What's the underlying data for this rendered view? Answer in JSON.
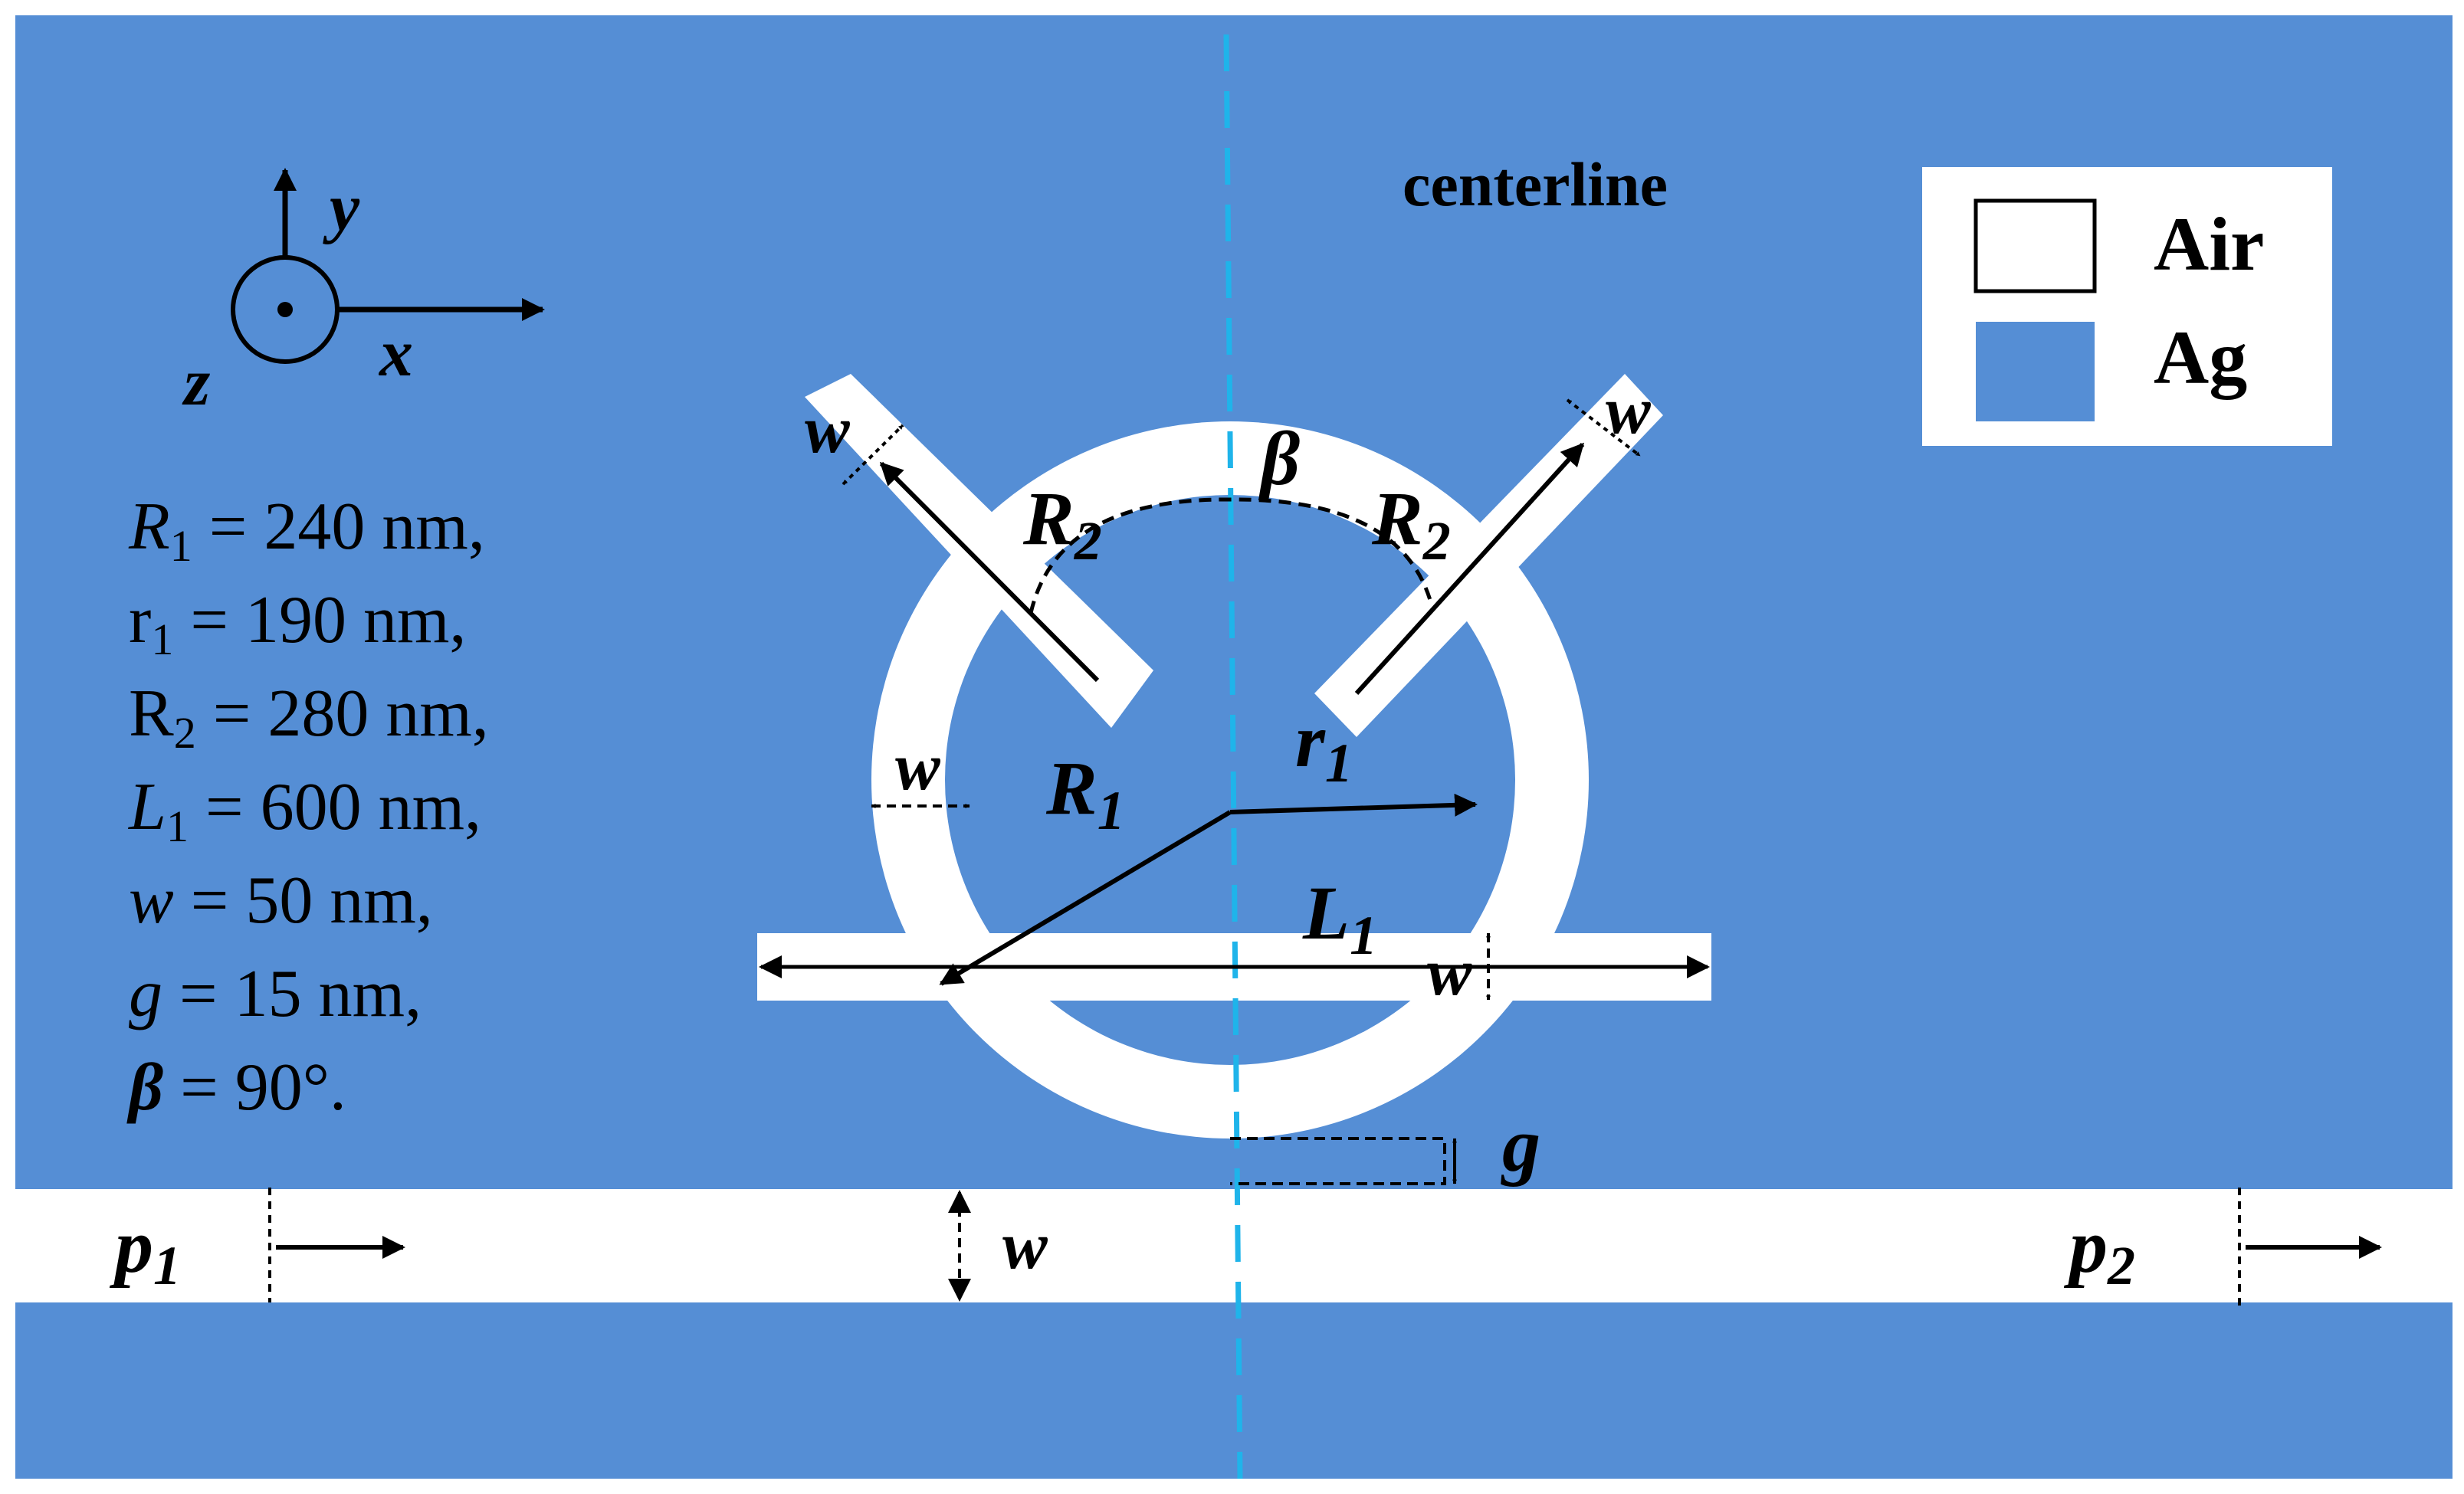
{
  "colors": {
    "silver": "#558ED5",
    "air": "#FFFFFF",
    "centerline": "#1FB4EA",
    "ink": "#000000"
  },
  "materials": [
    {
      "name": "Air",
      "color": "#FFFFFF"
    },
    {
      "name": "Ag",
      "color": "#558ED5"
    }
  ],
  "centerline_label": "centerline",
  "axes": {
    "x": "x",
    "y": "y",
    "z": "z"
  },
  "parameters": [
    {
      "sym": "R",
      "sub": "1",
      "italic": true,
      "rest": " = 240 nm,"
    },
    {
      "sym": "r",
      "sub": "1",
      "italic": false,
      "rest": " = 190 nm,"
    },
    {
      "sym": "R",
      "sub": "2",
      "italic": false,
      "rest": " = 280 nm,"
    },
    {
      "sym": "L",
      "sub": "1",
      "italic": true,
      "rest": " = 600 nm,"
    },
    {
      "sym": "w",
      "sub": "",
      "italic": true,
      "rest": " = 50 nm,"
    },
    {
      "sym": "g",
      "sub": "",
      "italic": true,
      "rest": " = 15 nm,"
    },
    {
      "sym": "β",
      "sub": "",
      "italic": true,
      "rest": " = 90°."
    }
  ],
  "labels": {
    "R1": {
      "main": "R",
      "sub": "1"
    },
    "r1": {
      "main": "r",
      "sub": "1"
    },
    "R2": {
      "main": "R",
      "sub": "2"
    },
    "L1": {
      "main": "L",
      "sub": "1"
    },
    "w": "w",
    "g": "g",
    "beta": "β",
    "p1": {
      "main": "p",
      "sub": "1"
    },
    "p2": {
      "main": "p",
      "sub": "2"
    }
  }
}
